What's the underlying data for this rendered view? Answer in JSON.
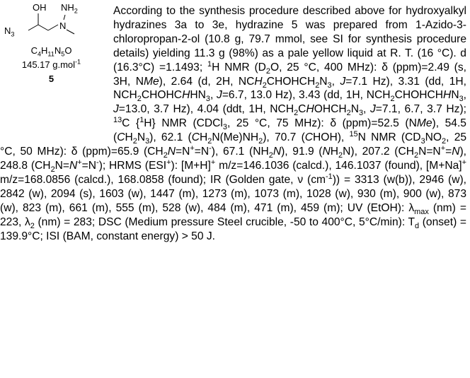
{
  "structure": {
    "atoms": {
      "oh": "OH",
      "nh2": "NH",
      "nh2_sub": "2",
      "n3": "N",
      "n3_sub": "3",
      "n": "N"
    },
    "formula": {
      "c": "C",
      "c_n": "4",
      "h": "H",
      "h_n": "11",
      "n": "N",
      "n_n": "5",
      "o": "O"
    },
    "mass": {
      "value": "145.17 g.mol",
      "exp": "-1"
    },
    "compound_number": "5"
  },
  "paragraph": {
    "p1": "According to the synthesis procedure described above for hydroxyalkyl hydrazines 3a to 3e, hydrazine 5 was prepared from 1-Azido-3-chloropropan-2-ol (10.8 g, 79.7 mmol, see SI for synthesis procedure details) yielding 11.3 g (98%) as a pale yellow liquid at R. T. (16 °C). d (16.3°C) =1.1493; ",
    "h_sup": "1",
    "h_nmr": "H NMR (D",
    "h_solv_sub": "2",
    "h_nmr2": "O, 25 °C, 400 MHz): δ (ppm)=2.49 (s, 3H, N",
    "me": "Me",
    "s1": "), 2.64 (d, 2H, NC",
    "h2a": "H",
    "h2a_sub": "2",
    "s2": "CHOHCH",
    "s2_sub": "2",
    "s2b": "N",
    "s2b_sub": "3",
    "s2c": ", ",
    "j1": "J",
    "s3": "=7.1 Hz), 3.31 (dd, 1H, NCH",
    "s3_sub": "2",
    "s3b": "CHOHC",
    "s3c": "H",
    "s3d": "HN",
    "s3d_sub": "3",
    "s3e": ", ",
    "j2": "J",
    "s4": "=6.7, 13.0 Hz), 3.43 (dd, 1H, NCH",
    "s4_sub": "2",
    "s4b": "CHOHCH",
    "s4c": "H",
    "s4d": "N",
    "s4d_sub": "3",
    "s4e": ", ",
    "j3": "J",
    "s5": "=13.0, 3.7 Hz), 4.04 (ddt, 1H, NCH",
    "s5_sub": "2",
    "s5b": "C",
    "s5c": "H",
    "s5d": "OHCH",
    "s5d_sub": "2",
    "s5e": "N",
    "s5e_sub": "3",
    "s5f": ", ",
    "j4": "J",
    "s6": "=7.1, 6.7, 3.7 Hz); ",
    "c_sup": "13",
    "s7": "C {",
    "h_sup2": "1",
    "s8": "H} NMR (CDCl",
    "s8_sub": "3",
    "s9": ", 25 °C, 75 MHz): δ (ppm)=52.5 (N",
    "me2": "Me",
    "s10": "), 54.5 (",
    "ch2a": "C",
    "s10b": "H",
    "s10b_sub": "2",
    "s10c": "N",
    "s10c_sub": "3",
    "s10d": "), 62.1 (",
    "ch2b": "C",
    "s11": "H",
    "s11_sub": "2",
    "s11b": "N(Me)NH",
    "s11b_sub": "2",
    "s11c": "), 70.7 (",
    "choh": "C",
    "s12": "HOH), ",
    "n_sup": "15",
    "s13": "N NMR (CD",
    "s13_sub": "3",
    "s13b": "NO",
    "s13b_sub": "2",
    "s14": ", 25 °C, 50 MHz): δ (ppm)=65.9 (CH",
    "s14_sub": "2",
    "n_ital1": "N",
    "s15": "=N",
    "s15_sup": "+",
    "s15b": "=N",
    "s15b_sup": "-",
    "s15c": "), 67.1 (NH",
    "s15c_sub": "2",
    "n_ital2": "N",
    "s16": "), 91.9 (",
    "n_ital3": "N",
    "s17": "H",
    "s17_sub": "2",
    "s17b": "N), 207.2 (CH",
    "s17b_sub": "2",
    "s17c": "N=N",
    "s17c_sup": "+",
    "s17d": "=",
    "n_ital4": "N",
    "s18": "), 248.8 (CH",
    "s18_sub": "2",
    "s18b": "N=",
    "n_ital5": "N",
    "s18c_sup": "+",
    "s18d": "=N",
    "s18d_sup": "-",
    "s19": "); HRMS (ESI",
    "s19_sup": "+",
    "s20": "): [M+H]",
    "s20_sup": "+",
    "s21": " m/z=146.1036 (calcd.), 146.1037 (found), [M+Na]",
    "s21_sup": "+",
    "s22": " m/z=168.0856 (calcd.), 168.0858 (found); IR (Golden gate, ν (cm",
    "s22_sup": "-1",
    "s23": ")) = 3313 (w(b)), 2946 (w), 2842 (w), 2094 (s), 1603 (w), 1447 (m), 1273 (m), 1073 (m), 1028 (w), 930 (m), 900 (w), 873 (w), 823 (m), 661 (m), 555 (m), 528 (w), 484 (m), 471 (m), 459 (m); UV (EtOH): λ",
    "lmax_sub": "max",
    "s24": " (nm) = 223, λ",
    "l2_sub": "2",
    "s25": " (nm) = 283; DSC (Medium pressure Steel crucible, -50 to 400°C, 5°C/min): T",
    "td_sub": "d",
    "s26": " (onset) = 139.9°C; ISI (BAM, constant energy) > 50 J."
  }
}
